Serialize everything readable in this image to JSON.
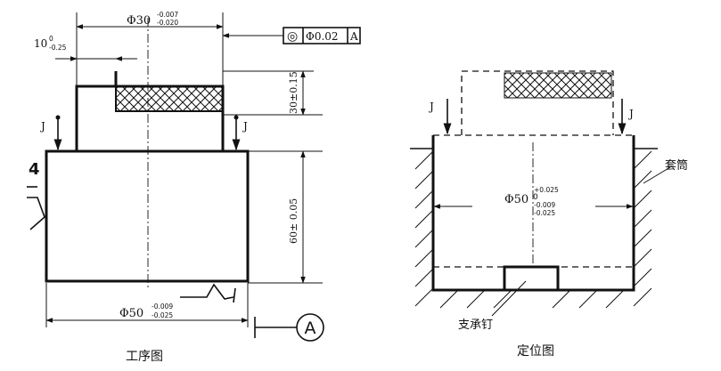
{
  "process_drawing": {
    "caption": "工序图",
    "dim_top_base": "Φ30",
    "dim_top_upper": "-0.007",
    "dim_top_lower": "-0.020",
    "gdt_symbol": "◎",
    "gdt_tolerance": "Φ0.02",
    "gdt_datum": "A",
    "dim_depth_base": "10",
    "dim_depth_upper": "0",
    "dim_depth_lower": "-0.25",
    "dim_height_top": "30±0.15",
    "dim_height_main": "60± 0.05",
    "dim_bottom_base": "Φ50",
    "dim_bottom_upper": "-0.009",
    "dim_bottom_lower": "-0.025",
    "datum_label": "A",
    "clamp_left": "J",
    "clamp_right": "J",
    "locator_mark": "4"
  },
  "locating_drawing": {
    "caption": "定位图",
    "clamp_left": "J",
    "clamp_right": "J",
    "dim_base": "Φ50",
    "dim_upper": "+0.025",
    "dim_zero": "0",
    "dim_lower1": "-0.009",
    "dim_lower2": "-0.025",
    "sleeve_label": "套筒",
    "pin_label": "支承钉"
  }
}
